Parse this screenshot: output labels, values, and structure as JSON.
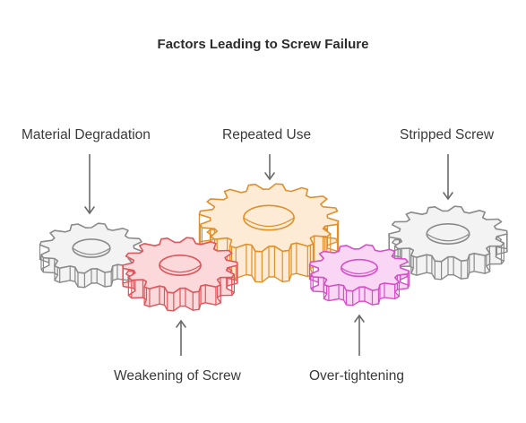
{
  "title": "Factors Leading to Screw Failure",
  "gears": [
    {
      "label": "Material Degradation",
      "color": "#8a8a8a",
      "fill": "#f3f3f3"
    },
    {
      "label": "Repeated Use",
      "color": "#e0902a",
      "fill": "#fdebd6"
    },
    {
      "label": "Stripped Screw",
      "color": "#8a8a8a",
      "fill": "#f3f3f3"
    },
    {
      "label": "Weakening of Screw",
      "color": "#e0545a",
      "fill": "#fbd9da"
    },
    {
      "label": "Over-tightening",
      "color": "#d64ec8",
      "fill": "#f9d6f4"
    }
  ]
}
